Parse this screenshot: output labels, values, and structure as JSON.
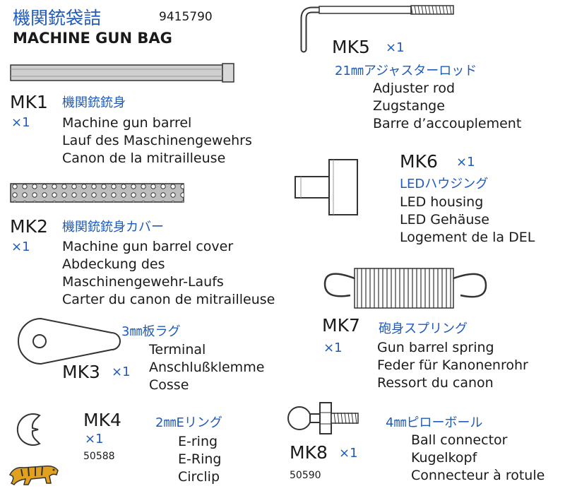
{
  "header": {
    "jp_title": "機関銃袋詰",
    "part_number": "9415790",
    "en_title": "MACHINE GUN BAG"
  },
  "parts": {
    "mk1": {
      "code": "MK1",
      "qty": "×1",
      "jp": "機関銃銃身",
      "lines": [
        "Machine gun barrel",
        "Lauf des Maschinengewehrs",
        "Canon de la mitrailleuse"
      ]
    },
    "mk2": {
      "code": "MK2",
      "qty": "×1",
      "jp": "機関銃銃身カバー",
      "lines": [
        "Machine gun barrel cover",
        "Abdeckung des",
        "Maschinengewehr-Laufs",
        "Carter du canon de mitrailleuse"
      ]
    },
    "mk3": {
      "code": "MK3",
      "qty": "×1",
      "jp": "3㎜板ラグ",
      "lines": [
        "Terminal",
        "Anschlußklemme",
        "Cosse"
      ]
    },
    "mk4": {
      "code": "MK4",
      "qty": "×1",
      "jp": "2㎜Eリング",
      "num": "50588",
      "lines": [
        "E-ring",
        "E-Ring",
        "Circlip"
      ]
    },
    "mk5": {
      "code": "MK5",
      "qty": "×1",
      "jp": "21㎜アジャスターロッド",
      "lines": [
        "Adjuster rod",
        "Zugstange",
        "Barre d’accouplement"
      ]
    },
    "mk6": {
      "code": "MK6",
      "qty": "×1",
      "jp": "LEDハウジング",
      "lines": [
        "LED housing",
        "LED Gehäuse",
        "Logement de la DEL"
      ]
    },
    "mk7": {
      "code": "MK7",
      "qty": "×1",
      "jp": "砲身スプリング",
      "lines": [
        "Gun barrel spring",
        "Feder für Kanonenrohr",
        "Ressort du canon"
      ]
    },
    "mk8": {
      "code": "MK8",
      "qty": "×1",
      "jp": "4㎜ピローボール",
      "num": "50590",
      "lines": [
        "Ball connector",
        "Kugelkopf",
        "Connecteur à rotule"
      ]
    }
  },
  "icons": {
    "logo": "tiger-logo-icon"
  }
}
